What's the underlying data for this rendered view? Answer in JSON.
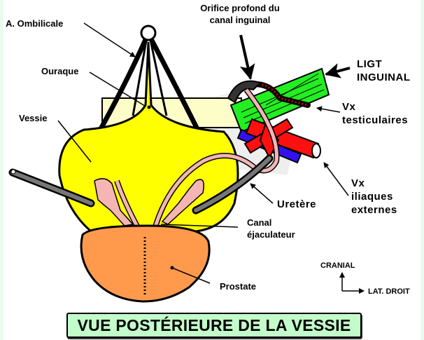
{
  "title": "VUE POSTÉRIEURE DE LA VESSIE",
  "labels": {
    "a_ombilicale": "A. Ombilicale",
    "ouraque": "Ouraque",
    "vessie": "Vessie",
    "orifice_line1": "Orifice profond du",
    "orifice_line2": "canal inguinal",
    "ligt_line1": "LIGT",
    "ligt_line2": "INGUINAL",
    "vx_test_line1": "Vx",
    "vx_test_line2": "testiculaires",
    "vx_iliac_line1": "Vx",
    "vx_iliac_line2": "iliaques",
    "vx_iliac_line3": "externes",
    "uretere": "Uretère",
    "canal_line1": "Canal",
    "canal_line2": "éjaculateur",
    "prostate": "Prostate"
  },
  "orientation": {
    "up": "CRANIAL",
    "right": "LAT. DROIT"
  },
  "colors": {
    "bladder": "#ffff00",
    "prostate": "#ff9a4d",
    "ligament": "#22ee22",
    "artery": "#ff1010",
    "vein": "#3311ee",
    "vas_deferens": "#f5b5b5",
    "ureter": "#777777",
    "peritoneum": "#fdfdc8",
    "title_bg": "#c3fccb"
  }
}
